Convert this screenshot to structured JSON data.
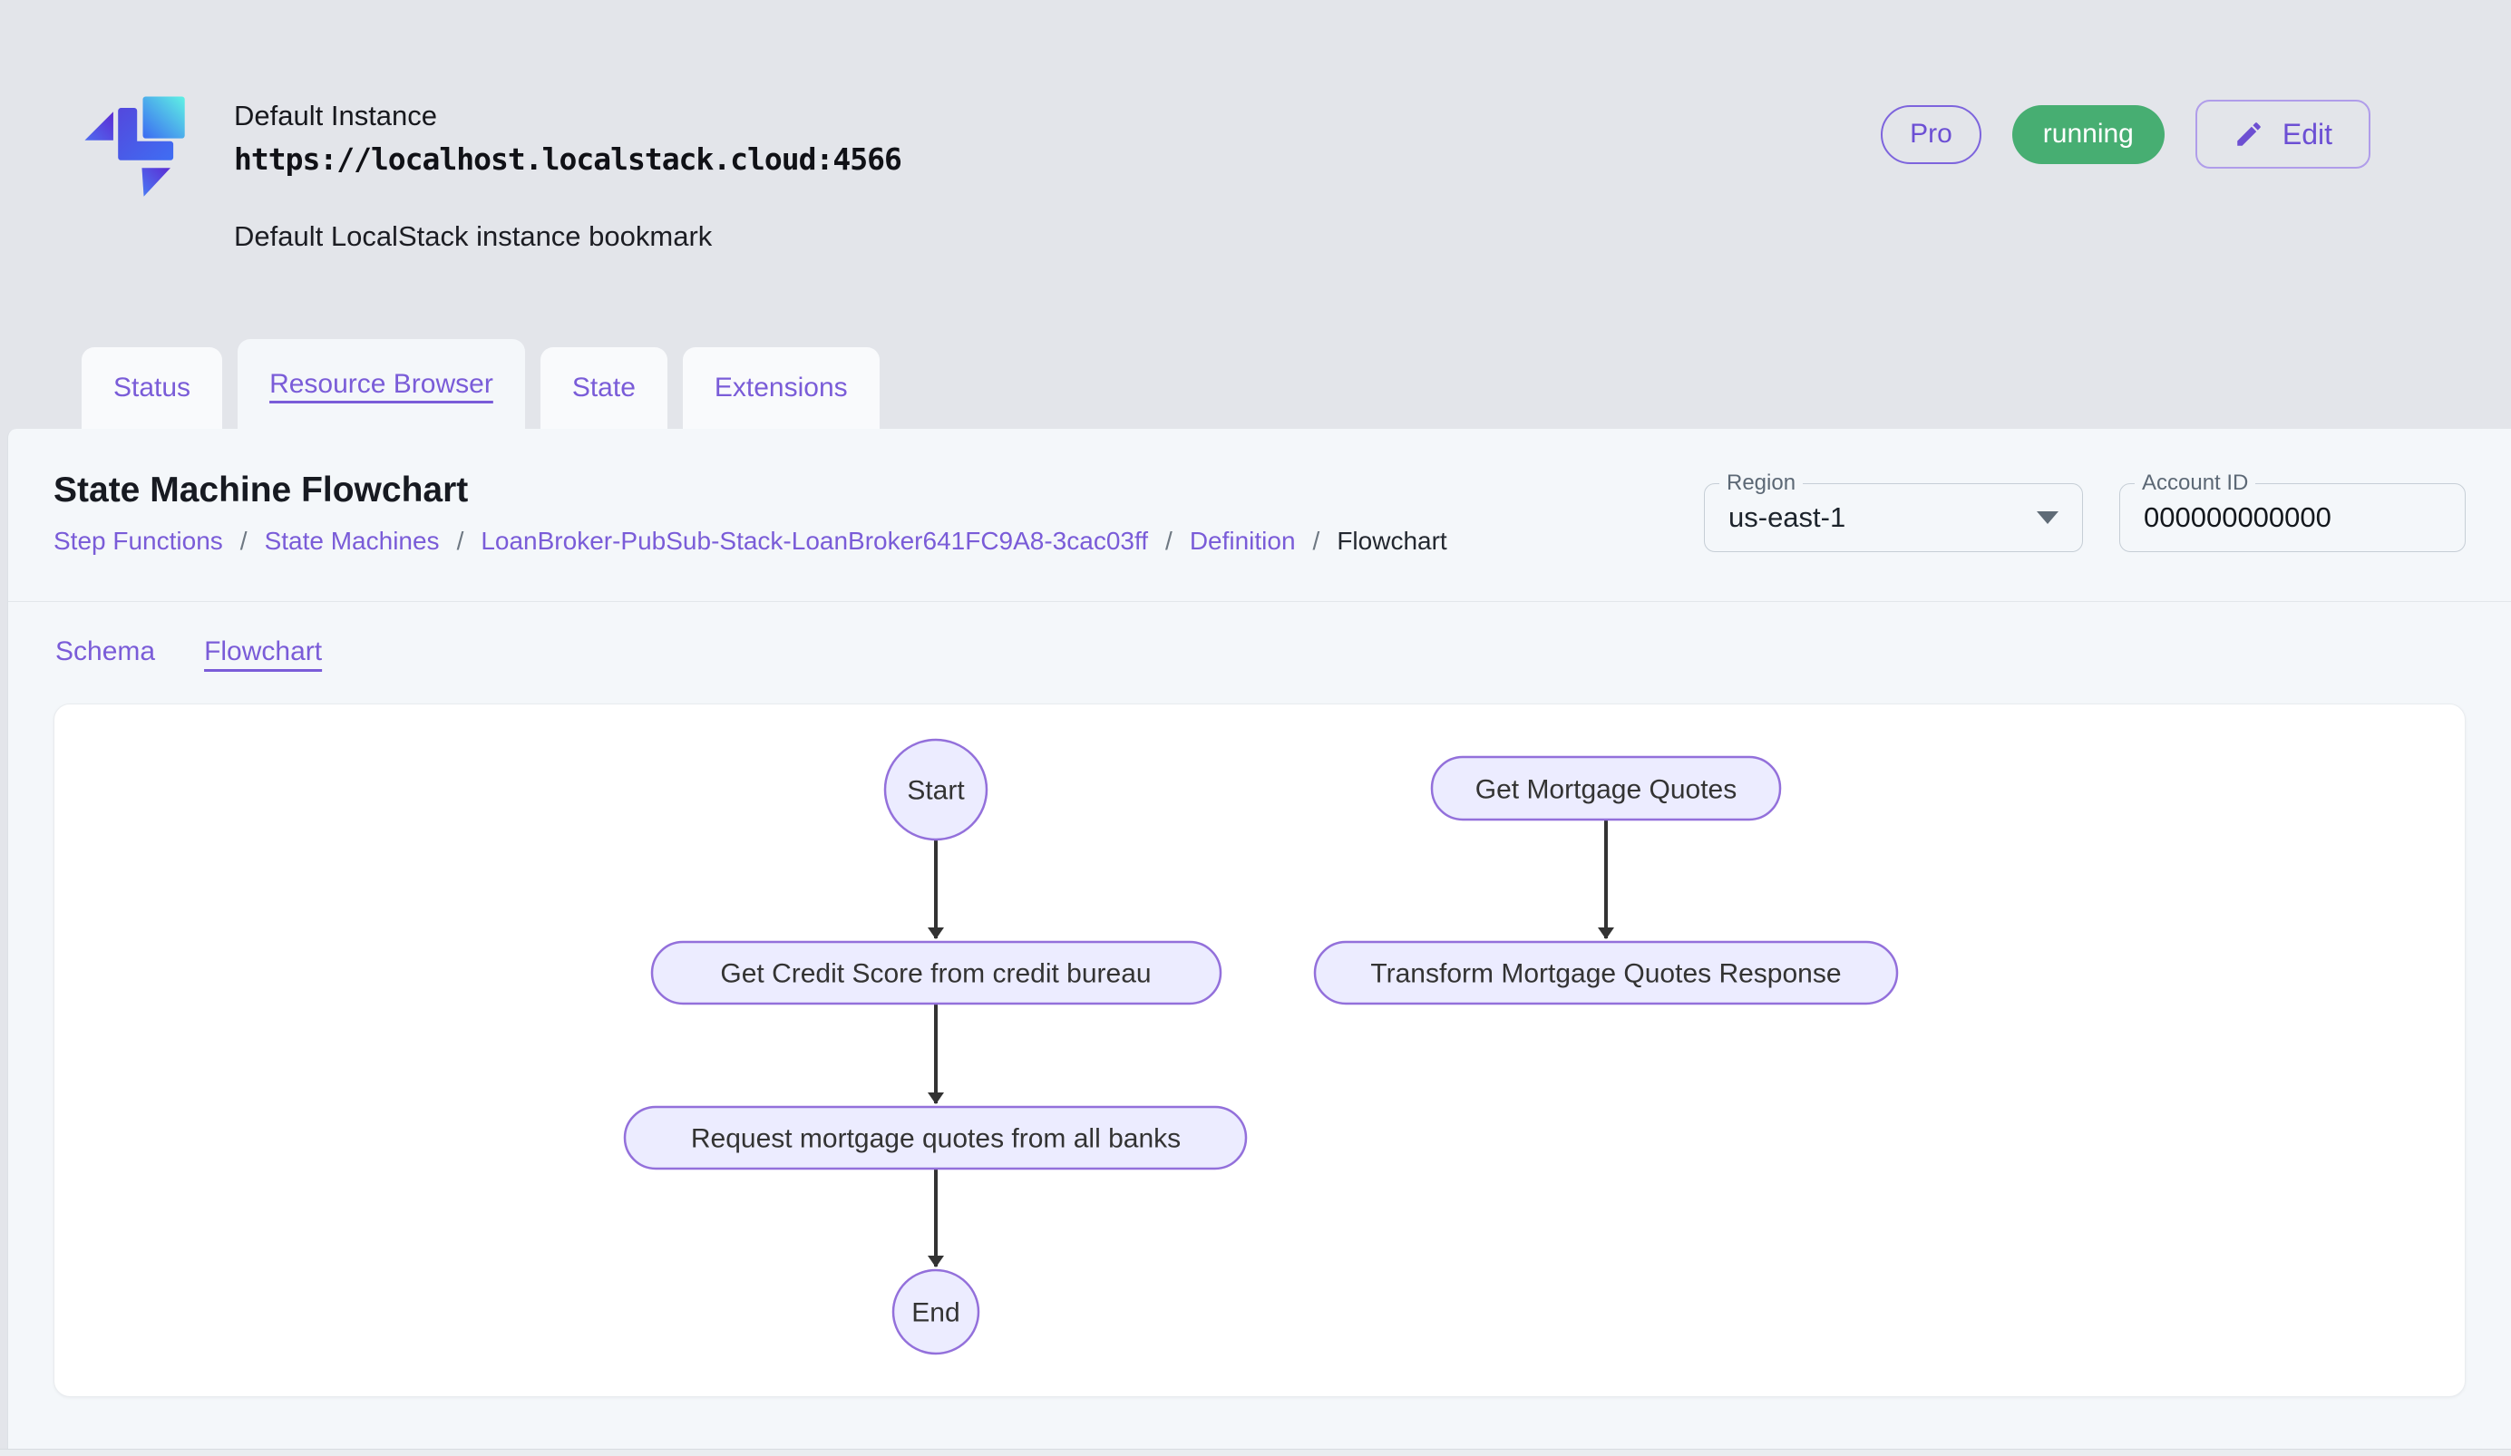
{
  "header": {
    "instance_name": "Default Instance",
    "instance_url": "https://localhost.localstack.cloud:4566",
    "instance_description": "Default LocalStack instance bookmark",
    "pro_badge": "Pro",
    "status_badge": "running",
    "edit_button": "Edit"
  },
  "tabs": [
    {
      "label": "Status",
      "active": false
    },
    {
      "label": "Resource Browser",
      "active": true
    },
    {
      "label": "State",
      "active": false
    },
    {
      "label": "Extensions",
      "active": false
    }
  ],
  "page": {
    "title": "State Machine Flowchart",
    "separator": "/",
    "breadcrumb": [
      {
        "label": "Step Functions",
        "link": true
      },
      {
        "label": "State Machines",
        "link": true
      },
      {
        "label": "LoanBroker-PubSub-Stack-LoanBroker641FC9A8-3cac03ff",
        "link": true
      },
      {
        "label": "Definition",
        "link": true
      },
      {
        "label": "Flowchart",
        "link": false
      }
    ],
    "region_field": {
      "label": "Region",
      "value": "us-east-1"
    },
    "account_field": {
      "label": "Account ID",
      "value": "000000000000"
    },
    "subtabs": [
      {
        "label": "Schema",
        "active": false
      },
      {
        "label": "Flowchart",
        "active": true
      }
    ]
  },
  "flowchart": {
    "nodes": [
      {
        "id": "start",
        "label": "Start",
        "shape": "ellipse"
      },
      {
        "id": "get-credit-score",
        "label": "Get Credit Score from credit bureau",
        "shape": "stadium"
      },
      {
        "id": "request-quotes",
        "label": "Request mortgage quotes from all banks",
        "shape": "stadium"
      },
      {
        "id": "end",
        "label": "End",
        "shape": "ellipse"
      },
      {
        "id": "get-mortgage-quotes",
        "label": "Get Mortgage Quotes",
        "shape": "stadium"
      },
      {
        "id": "transform-response",
        "label": "Transform Mortgage Quotes Response",
        "shape": "stadium"
      }
    ],
    "edges": [
      {
        "from": "start",
        "to": "get-credit-score"
      },
      {
        "from": "get-credit-score",
        "to": "request-quotes"
      },
      {
        "from": "request-quotes",
        "to": "end"
      },
      {
        "from": "get-mortgage-quotes",
        "to": "transform-response"
      }
    ]
  },
  "colors": {
    "accent_purple": "#7a5cd8",
    "status_green": "#47ae72",
    "node_fill": "#ececff",
    "node_border": "#9370db",
    "edge_color": "#333333",
    "header_bg": "#e3e5ea",
    "panel_bg": "#f4f7fa"
  }
}
